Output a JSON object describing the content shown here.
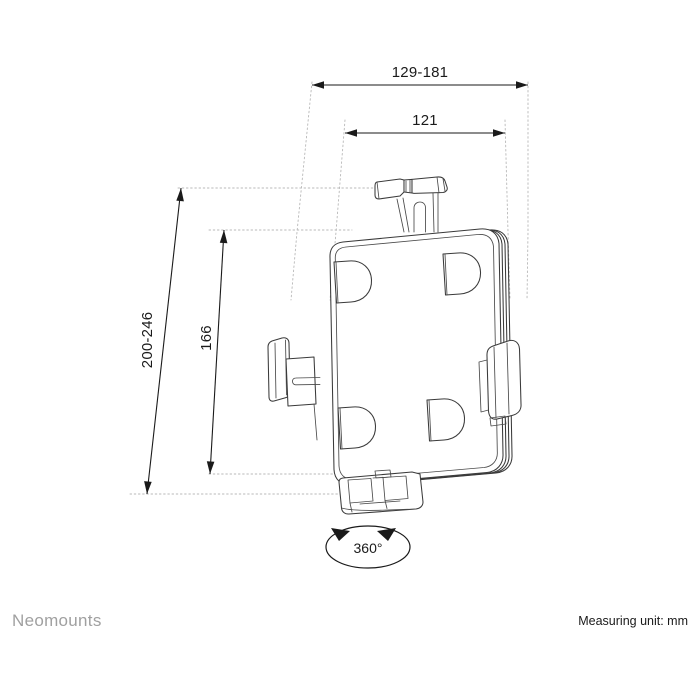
{
  "document": {
    "type": "technical-product-dimension-drawing",
    "brand": "Neomounts",
    "unit_note": "Measuring unit: mm"
  },
  "dimensions": {
    "width_outer": {
      "label": "129-181",
      "orientation": "horizontal",
      "position": "top-outer"
    },
    "width_inner": {
      "label": "121",
      "orientation": "horizontal",
      "position": "top-inner"
    },
    "height_outer": {
      "label": "200-246",
      "orientation": "vertical-rotated",
      "position": "left-outer"
    },
    "height_inner": {
      "label": "166",
      "orientation": "vertical-rotated",
      "position": "left-inner"
    }
  },
  "annotations": {
    "rotation": {
      "label": "360°",
      "description": "rotation-indicator-ellipse-with-arrows"
    }
  },
  "icons": {
    "arrow_left": "arrow-left-icon",
    "arrow_right": "arrow-right-icon",
    "arrow_up": "arrow-up-icon",
    "arrow_down": "arrow-down-icon",
    "rotation_arrow_left": "rotation-arrow-left-icon",
    "rotation_arrow_right": "rotation-arrow-right-icon"
  },
  "colors": {
    "background": "#ffffff",
    "line": "#3a3a3a",
    "dimension_line": "#1a1a1a",
    "extension_line": "#b8b8b8",
    "brand_text": "#a0a0a0",
    "body_text": "#1a1a1a"
  },
  "product": {
    "name": "tablet-holder-mount",
    "view": "three-quarter-perspective"
  }
}
